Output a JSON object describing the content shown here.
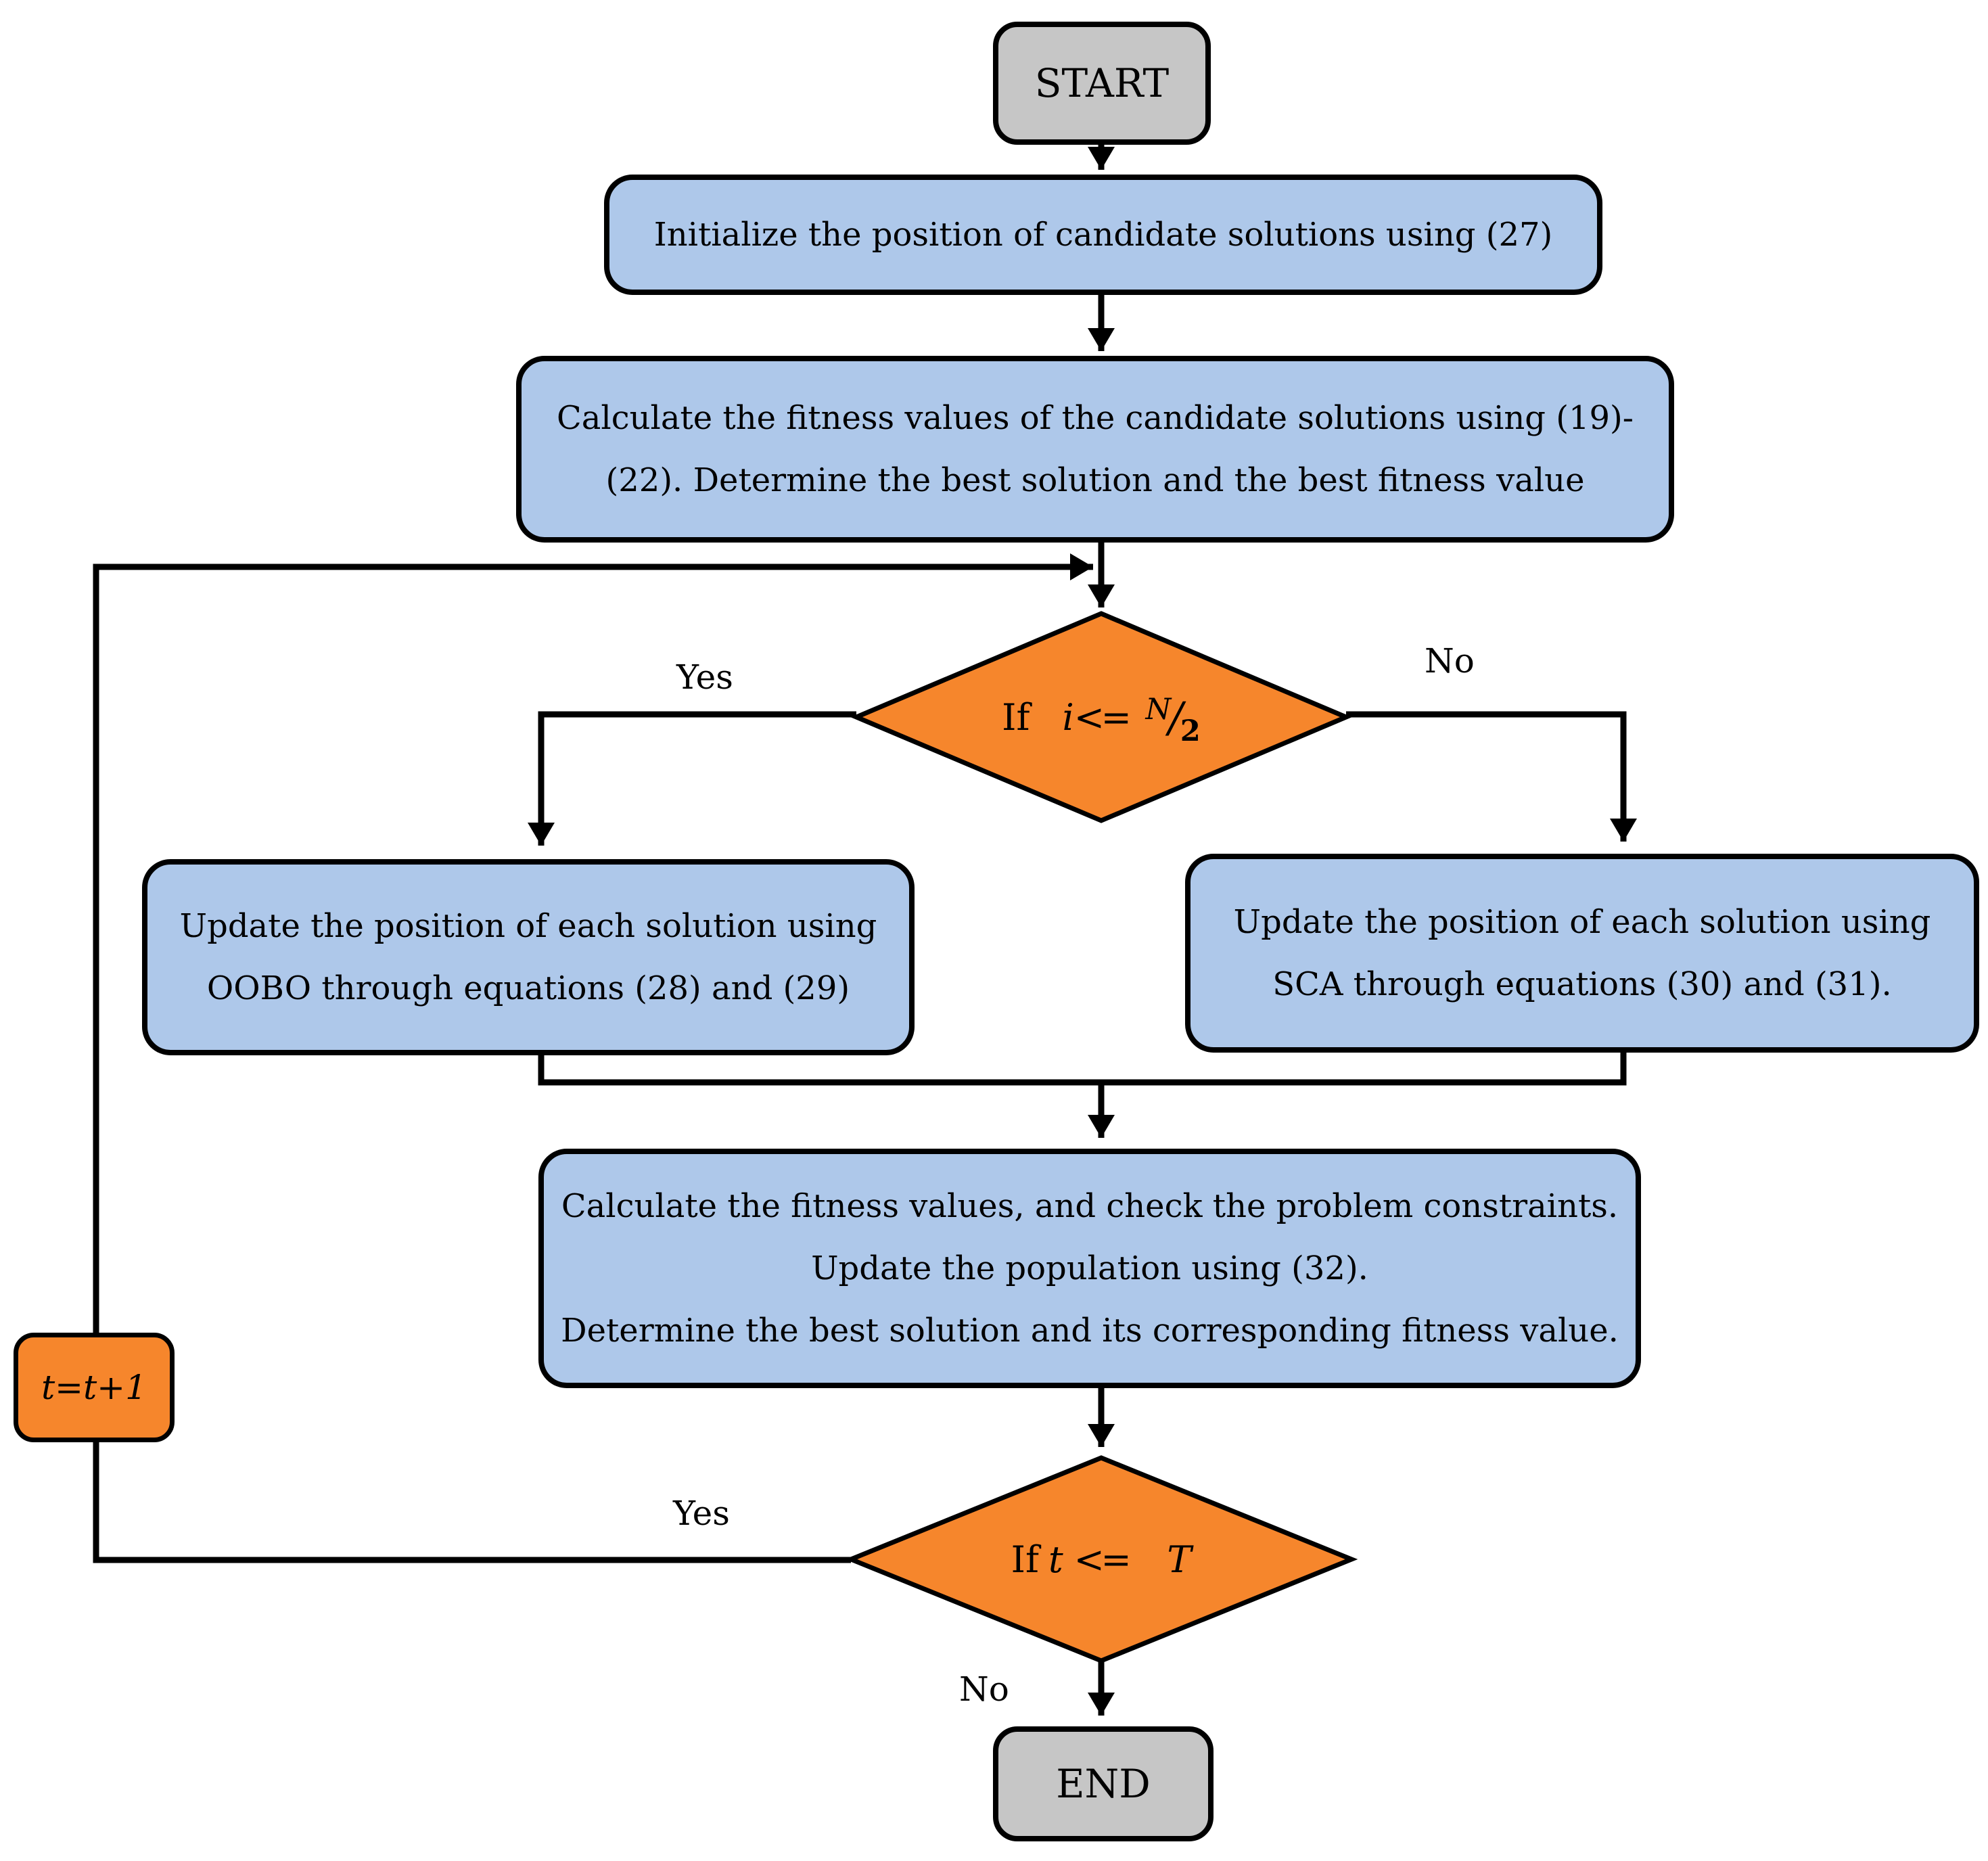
{
  "flowchart": {
    "start_label": "START",
    "init_step": "Initialize the position of candidate solutions using (27)",
    "fitness_step": {
      "lines": [
        "Calculate the fitness values of the candidate solutions using (19)-",
        "(22). Determine the best solution and the best fitness value"
      ]
    },
    "decision_half": {
      "if_label": "If",
      "variable": "i",
      "operator": "<=",
      "numerator": "N",
      "slash": "/",
      "denominator": "2",
      "yes_label": "Yes",
      "no_label": "No"
    },
    "oobo_step": {
      "lines": [
        "Update the position of each solution using",
        "OOBO through equations (28) and (29)"
      ]
    },
    "sca_step": {
      "lines": [
        "Update the position of each solution using",
        "SCA through equations (30) and (31)."
      ]
    },
    "update_step": {
      "lines": [
        "Calculate the fitness values, and check the problem constraints.",
        "Update the population using (32).",
        "Determine the best solution and its corresponding fitness value."
      ]
    },
    "decision_iter": {
      "if_label": "If",
      "variable": "t",
      "operator": "<=",
      "limit": "T",
      "yes_label": "Yes",
      "no_label": "No"
    },
    "increment_label": "t=t+1",
    "end_label": "END"
  },
  "colors": {
    "process_fill": "#AEC8EA",
    "decision_fill": "#F6862C",
    "terminal_fill": "#C6C6C6",
    "line_color": "#000000"
  }
}
